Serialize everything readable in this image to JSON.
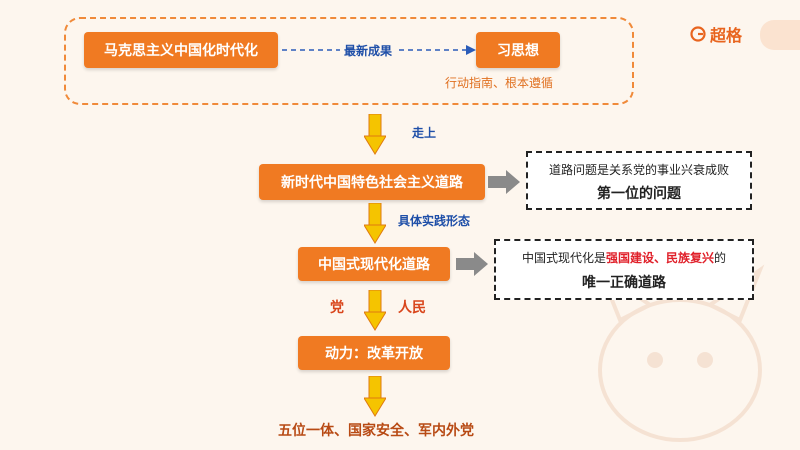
{
  "logo": {
    "text": "超格",
    "icon": "g-circle-icon"
  },
  "top_group": {
    "left_box": "马克思主义中国化时代化",
    "arrow_label": "最新成果",
    "right_box": "习思想",
    "right_caption": "行动指南、根本遵循"
  },
  "flow": {
    "step1_label": "走上",
    "box1": "新时代中国特色社会主义道路",
    "note1_line1": "道路问题是关系党的事业兴衰成败",
    "note1_line2": "第一位的问题",
    "step2_label": "具体实践形态",
    "box2": "中国式现代化道路",
    "note2_prefix": "中国式现代化是",
    "note2_red": "强国建设、民族复兴",
    "note2_suffix": "的",
    "note2_line2": "唯一正确道路",
    "left_side_label": "党",
    "right_side_label": "人民",
    "box3": "动力：改革开放",
    "bottom_text": "五位一体、国家安全、军内外党"
  },
  "colors": {
    "accent": "#f07a22",
    "arrow_yellow": "#f5c400",
    "blue": "#1f4fa8",
    "red": "#e0202a"
  }
}
